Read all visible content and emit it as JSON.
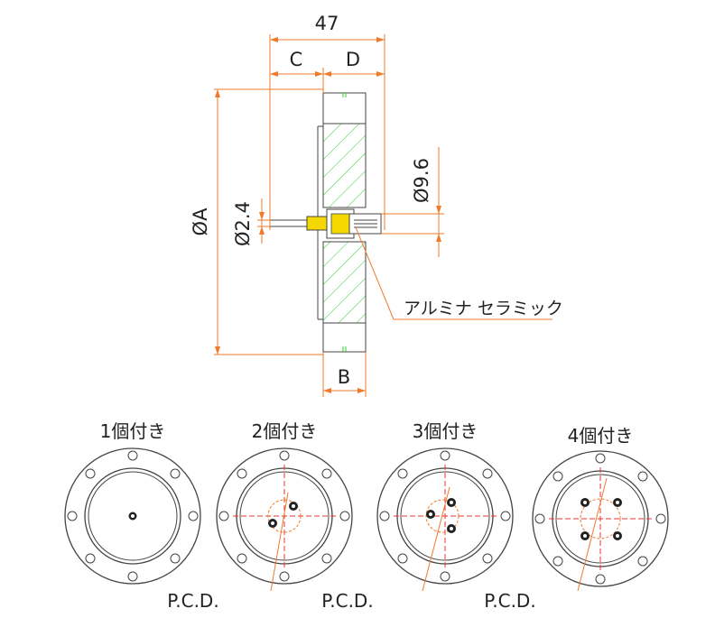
{
  "colors": {
    "dimension": "#f07a2a",
    "hatch": "#33cc33",
    "outline": "#333333",
    "insulator": "#f5d800",
    "center_line": "#e83030",
    "pcd_circle": "#f07a2a"
  },
  "top_view": {
    "dim_overall": "47",
    "dim_c": "C",
    "dim_d": "D",
    "dim_b": "B",
    "dim_a": "ØA",
    "dim_pin": "Ø2.4",
    "dim_insulator": "Ø9.6",
    "material_note": "アルミナ セラミック"
  },
  "variants": [
    {
      "label": "1個付き",
      "pins": 1
    },
    {
      "label": "2個付き",
      "pins": 2,
      "pcd_label": "P.C.D."
    },
    {
      "label": "3個付き",
      "pins": 3,
      "pcd_label": "P.C.D."
    },
    {
      "label": "4個付き",
      "pins": 4,
      "pcd_label": "P.C.D."
    }
  ]
}
